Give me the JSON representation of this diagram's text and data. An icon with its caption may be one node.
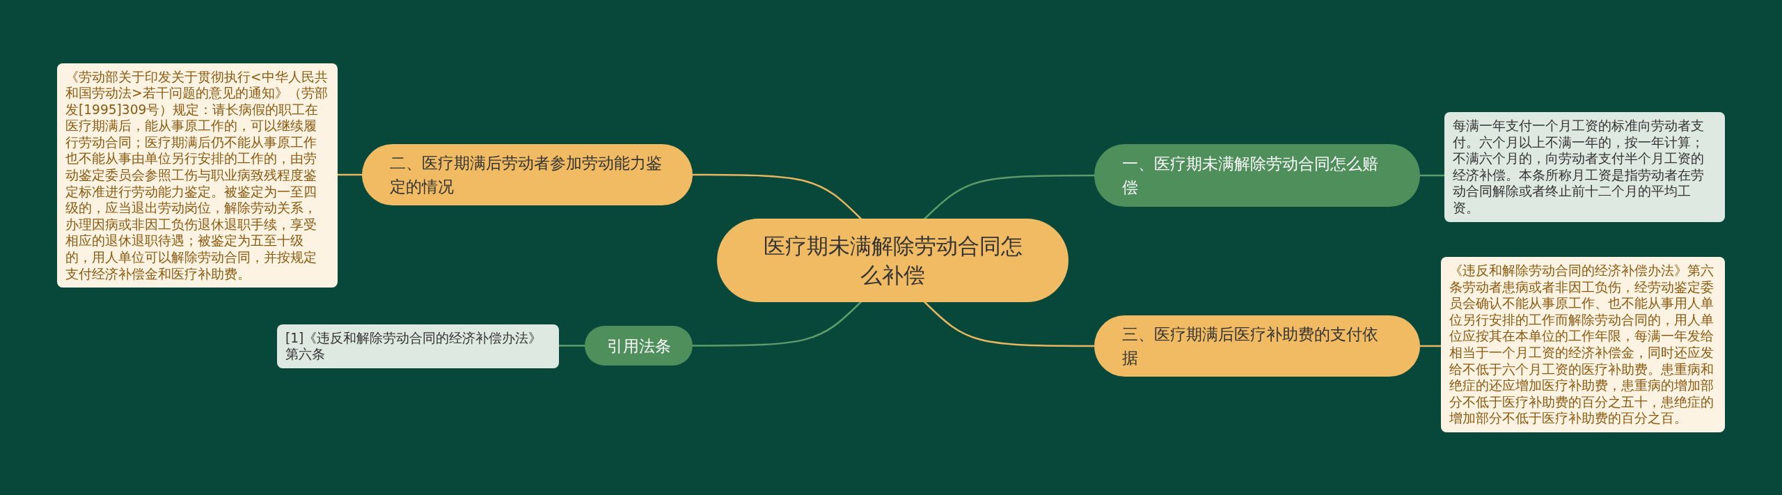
{
  "diagram": {
    "nodes": [
      {
        "text": [
          "医疗期未满解除劳动合同怎么补偿"
        ]
      },
      {
        "text": [
          "二、医疗期满后劳动者参加劳动能力鉴定的情况"
        ]
      },
      {
        "text": [
          "《劳动部关于印发关于贯彻执行<中华人民共和国劳动法>若干问题的意见的通知》（劳部发[1995]309号）规定：请长病假的职工在医疗期满后，能从事原工作的，可以继续履行劳动合同；医疗期满后仍不能从事原工作也不能从事由单位另行安排的工作的，由劳动鉴定委员会参照工伤与职业病致残程度鉴定标准进行劳动能力鉴定。被鉴定为一至四级的，应当退出劳动岗位，解除劳动关系，办理因病或非因工负伤退休退职手续，享受相应的退休退职待遇；被鉴定为五至十级的，用人单位可以解除劳动合同，并按规定支付经济补偿金和医疗补助费。"
        ]
      },
      {
        "text": [
          "一、医疗期未满解除劳动合同怎么赔偿"
        ]
      },
      {
        "text": [
          "每满一年支付一个月工资的标准向劳动者支付。六个月以上不满一年的，按一年计算；不满六个月的，向劳动者支付半个月工资的经济补偿。本条所称月工资是指劳动者在劳动合同解除或者终止前十二个月的平均工资。"
        ]
      },
      {
        "text": [
          "三、医疗期满后医疗补助费的支付依据"
        ]
      },
      {
        "text": [
          "《违反和解除劳动合同的经济补偿办法》第六条劳动者患病或者非因工负伤，经劳动鉴定委员会确认不能从事原工作、也不能从事用人单位另行安排的工作而解除劳动合同的，用人单位应按其在本单位的工作年限，每满一年发给相当于一个月工资的经济补偿金，同时还应发给不低于六个月工资的医疗补助费。患重病和绝症的还应增加医疗补助费，患重病的增加部分不低于医疗补助费的百分之五十，患绝症的增加部分不低于医疗补助费的百分之百。"
        ]
      },
      {
        "text": [
          "引用法条"
        ]
      },
      {
        "text": [
          "[1]《违反和解除劳动合同的经济补偿办法》第六条"
        ]
      }
    ],
    "edges": [
      {
        "from": 0,
        "to": 1,
        "arrow": "none"
      },
      {
        "from": 1,
        "to": 2,
        "arrow": "none"
      },
      {
        "from": 0,
        "to": 3,
        "arrow": "none",
        "color": "#5c9c6a"
      },
      {
        "from": 3,
        "to": 4,
        "arrow": "none",
        "color": "#5c9c6a"
      },
      {
        "from": 0,
        "to": 5,
        "arrow": "none"
      },
      {
        "from": 5,
        "to": 6,
        "arrow": "none"
      },
      {
        "from": 0,
        "to": 7,
        "arrow": "none",
        "color": "#5c9c6a"
      },
      {
        "from": 7,
        "to": 8,
        "arrow": "none",
        "color": "#5c9c6a"
      }
    ]
  }
}
